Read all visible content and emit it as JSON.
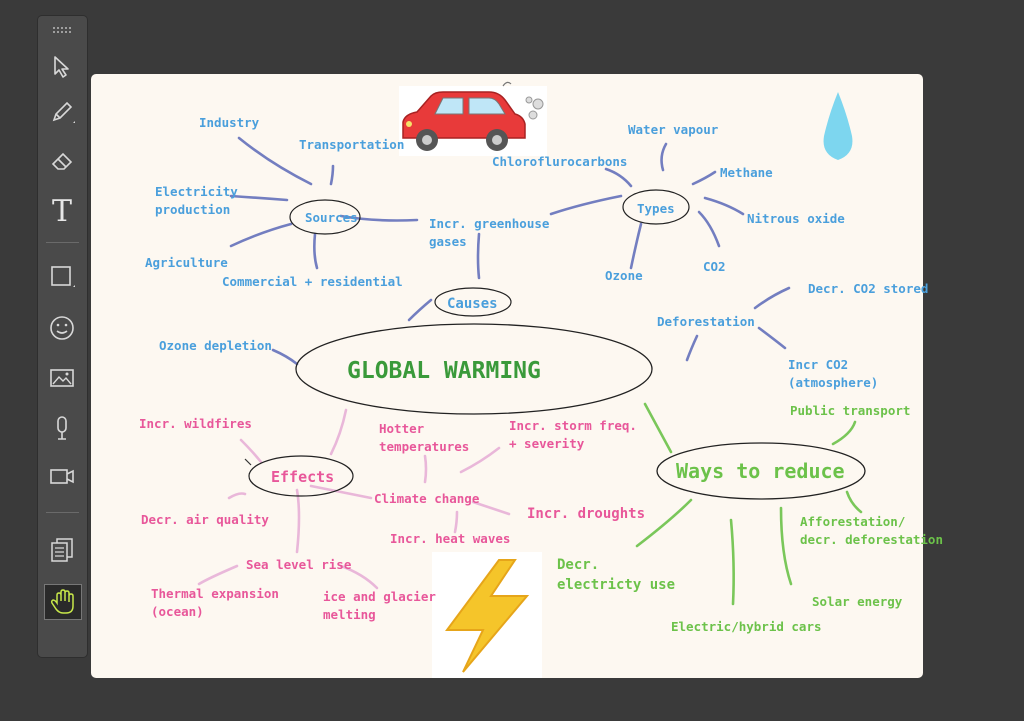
{
  "toolbar": {
    "tools": [
      {
        "name": "grip-icon"
      },
      {
        "name": "select-arrow-icon"
      },
      {
        "name": "pencil-icon"
      },
      {
        "name": "eraser-icon"
      },
      {
        "name": "text-tool-icon"
      },
      {
        "name": "shape-rectangle-icon"
      },
      {
        "name": "emoji-icon"
      },
      {
        "name": "image-icon"
      },
      {
        "name": "microphone-icon"
      },
      {
        "name": "video-camera-icon"
      },
      {
        "name": "pages-icon"
      },
      {
        "name": "hand-pan-icon",
        "active": true
      }
    ],
    "text_tool_glyph": "T",
    "active_color": "#c8e84a"
  },
  "mindmap": {
    "center": "GLOBAL WARMING",
    "causes": {
      "title": "Causes",
      "sources": {
        "title": "Sources",
        "items": [
          "Industry",
          "Transportation",
          "Electricity",
          "production",
          "Agriculture",
          "Commercial + residential"
        ]
      },
      "greenhouse": [
        "Incr. greenhouse",
        "gases"
      ],
      "types": {
        "title": "Types",
        "items": [
          "Water vapour",
          "Chloroflurocarbons",
          "Methane",
          "Nitrous oxide",
          "Ozone",
          "CO2"
        ]
      },
      "deforestation": {
        "title": "Deforestation",
        "items": [
          "Decr. CO2 stored",
          "Incr CO2",
          "(atmosphere)"
        ]
      },
      "ozone_depletion": "Ozone depletion"
    },
    "effects": {
      "title": "Effects",
      "items": [
        "Incr. wildfires",
        "Hotter",
        "temperatures",
        "Incr. storm freq.",
        "+ severity",
        "Climate change",
        "Incr. droughts",
        "Incr. heat waves",
        "Decr. air quality",
        "Sea level rise",
        "Thermal expansion",
        "(ocean)",
        "ice and glacier",
        "melting"
      ]
    },
    "reduce": {
      "title": "Ways to reduce",
      "items": [
        "Public transport",
        "Afforestation/",
        "decr. deforestation",
        "Solar energy",
        "Electric/hybrid cars",
        "Decr.",
        "electricty use"
      ]
    }
  },
  "colors": {
    "causes": "#4a9fdc",
    "effects": "#e8579a",
    "reduce": "#6cc24a",
    "center": "#3a9a3a",
    "stroke_causes": "#5b69b8",
    "stroke_effects": "#e8b4d8",
    "stroke_reduce": "#6cc24a"
  }
}
